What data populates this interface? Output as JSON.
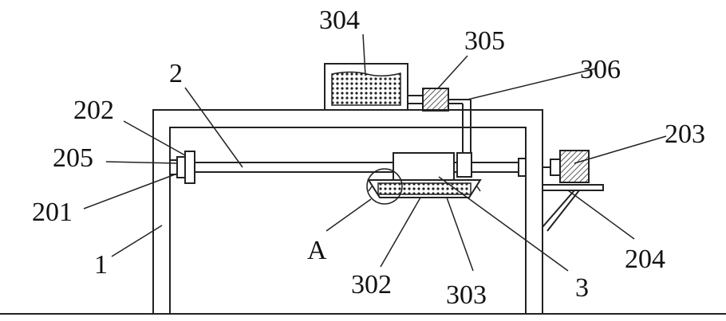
{
  "labels": {
    "l1": "1",
    "l2": "2",
    "l3": "3",
    "l201": "201",
    "l202": "202",
    "l203": "203",
    "l204": "204",
    "l205": "205",
    "l302": "302",
    "l303": "303",
    "l304": "304",
    "l305": "305",
    "l306": "306",
    "lA": "A"
  }
}
